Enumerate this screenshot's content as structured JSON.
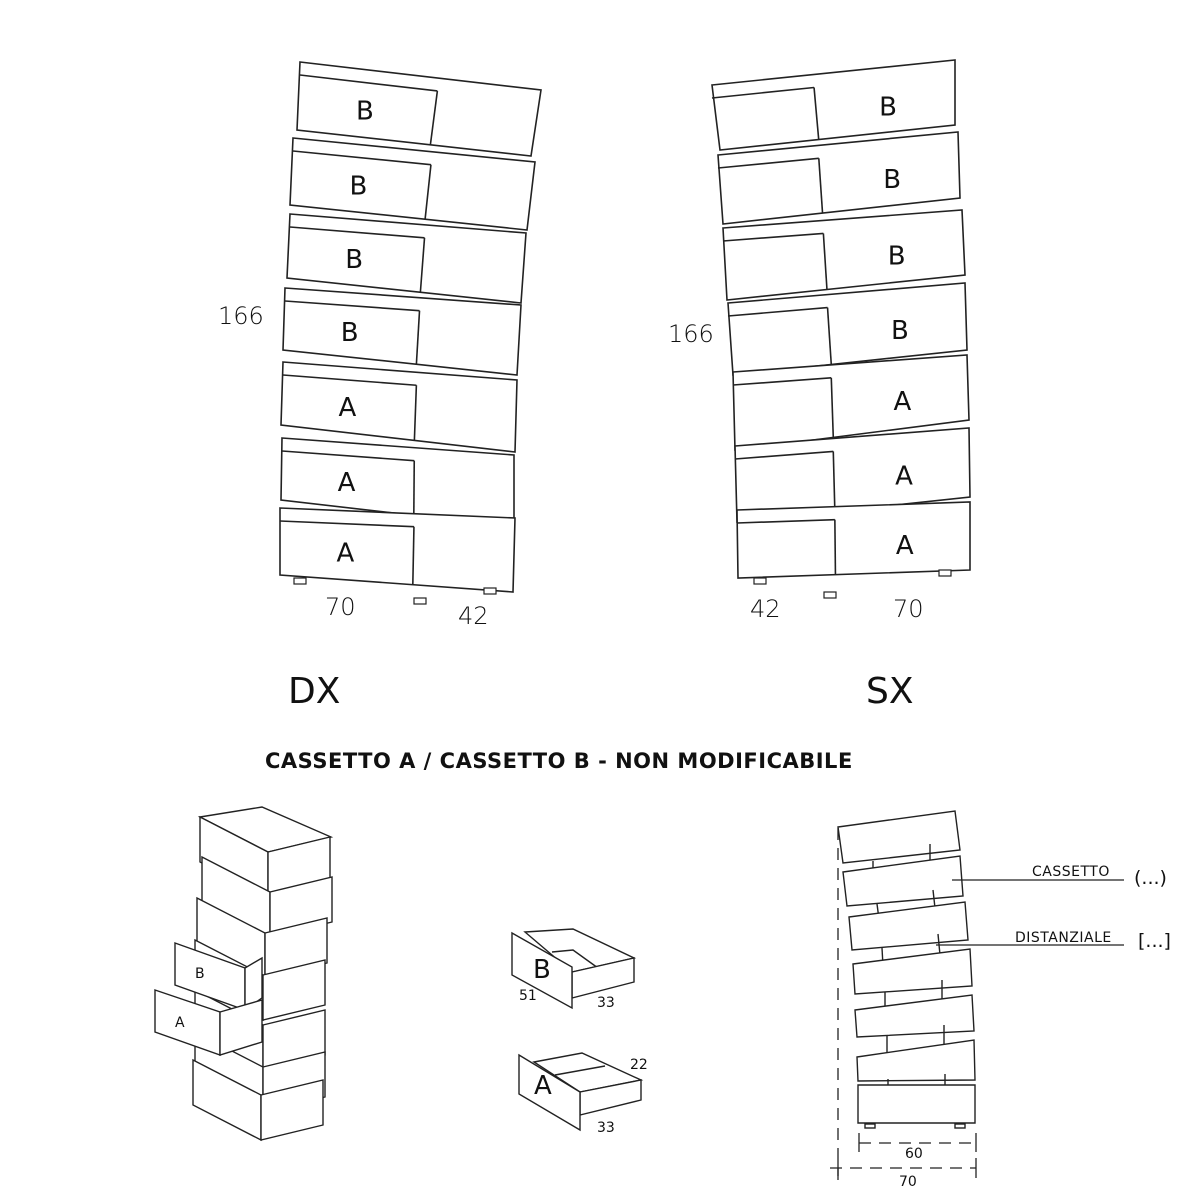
{
  "dx": {
    "label": "DX",
    "height_dim": "166",
    "width_dim": "70",
    "depth_dim": "42",
    "drawers": [
      "B",
      "B",
      "B",
      "B",
      "A",
      "A",
      "A"
    ]
  },
  "sx": {
    "label": "SX",
    "height_dim": "166",
    "width_dim": "70",
    "depth_dim": "42",
    "drawers": [
      "B",
      "B",
      "B",
      "B",
      "A",
      "A",
      "A"
    ]
  },
  "title": "CASSETTO A / CASSETTO B  - NON MODIFICABILE",
  "iso": {
    "drawer_b": "B",
    "drawer_a": "A"
  },
  "drawer_b": {
    "letter": "B",
    "height_dim": "51",
    "depth_dim": "33"
  },
  "drawer_a": {
    "letter": "A",
    "height_dim": "22",
    "depth_dim": "33"
  },
  "front_view": {
    "cassetto_label": "CASSETTO",
    "cassetto_note": "(...)",
    "distanziale_label": "DISTANZIALE",
    "distanziale_note": "[...]",
    "inner_width": "60",
    "outer_width": "70"
  }
}
